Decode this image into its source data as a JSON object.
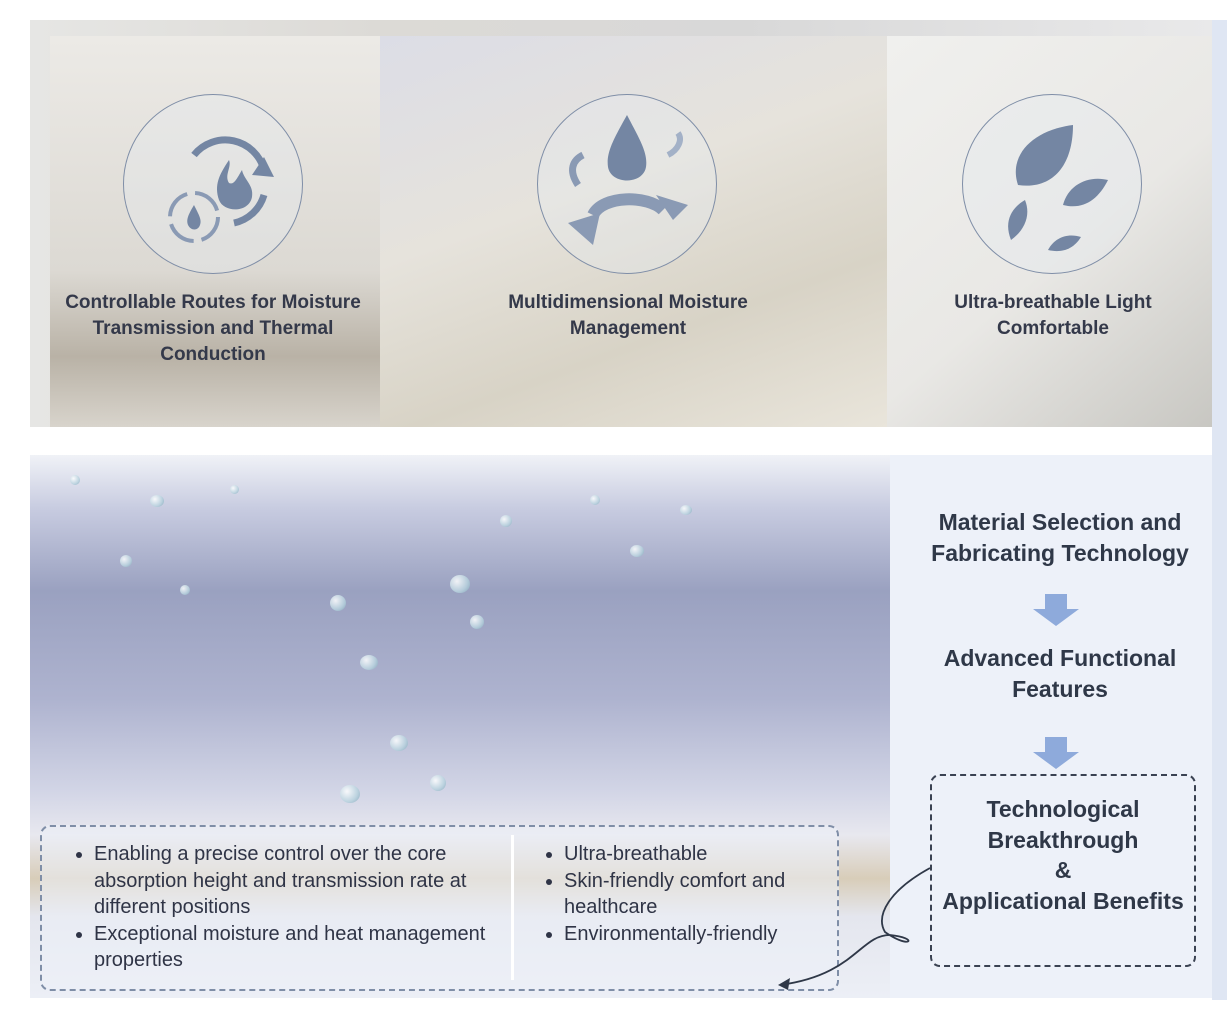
{
  "top_features": [
    {
      "title": "Controllable Routes for Moisture Transmission and Thermal Conduction",
      "icon": "recycle-flame-drop-icon"
    },
    {
      "title": "Multidimensional Moisture Management",
      "icon": "water-drop-arrows-icon"
    },
    {
      "title": "Ultra-breathable Light Comfortable",
      "icon": "leaves-icon"
    }
  ],
  "flow": {
    "step1": "Material Selection and Fabricating Technology",
    "step2": "Advanced Functional Features",
    "step3_line1": "Technological Breakthrough",
    "step3_line2": "&",
    "step3_line3": "Applicational Benefits"
  },
  "benefits": {
    "left": [
      "Enabling a precise control over the core absorption height and transmission rate at different positions",
      "Exceptional moisture and heat management properties"
    ],
    "right": [
      "Ultra-breathable",
      "Skin-friendly comfort and healthcare",
      "Environmentally-friendly"
    ]
  },
  "colors": {
    "arrow": "#8eaadb",
    "text": "#2f3848",
    "border": "#7f8ea7",
    "panel": "#edf1f9"
  }
}
